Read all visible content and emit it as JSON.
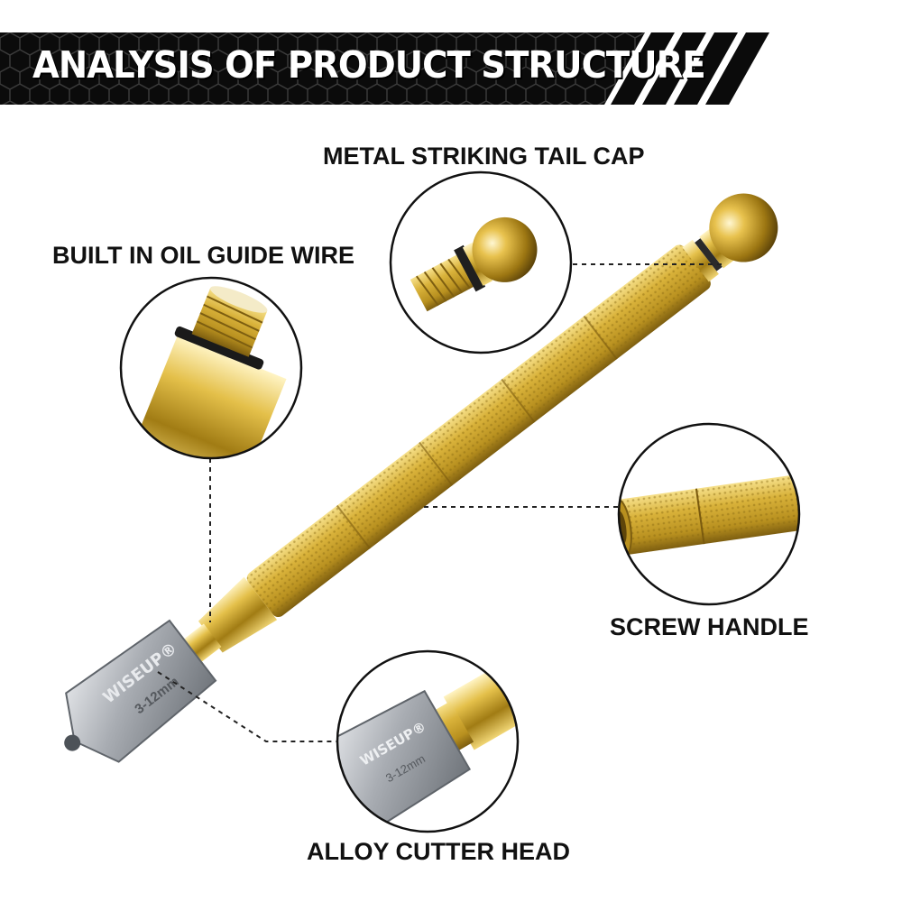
{
  "banner": {
    "title": "ANALYSIS OF PRODUCT STRUCTURE"
  },
  "labels": {
    "tail_cap": "METAL STRIKING TAIL CAP",
    "oil_wire": "BUILT IN OIL GUIDE WIRE",
    "screw_handle": "SCREW HANDLE",
    "cutter_head": "ALLOY CUTTER HEAD"
  },
  "brand": {
    "logo_text": "WISEUP®",
    "size_text": "3-12mm"
  },
  "colors": {
    "gold": "#d9b23a",
    "gold_dark": "#8a6a12",
    "steel": "#a9adb3",
    "banner": "#0b0b0b"
  }
}
